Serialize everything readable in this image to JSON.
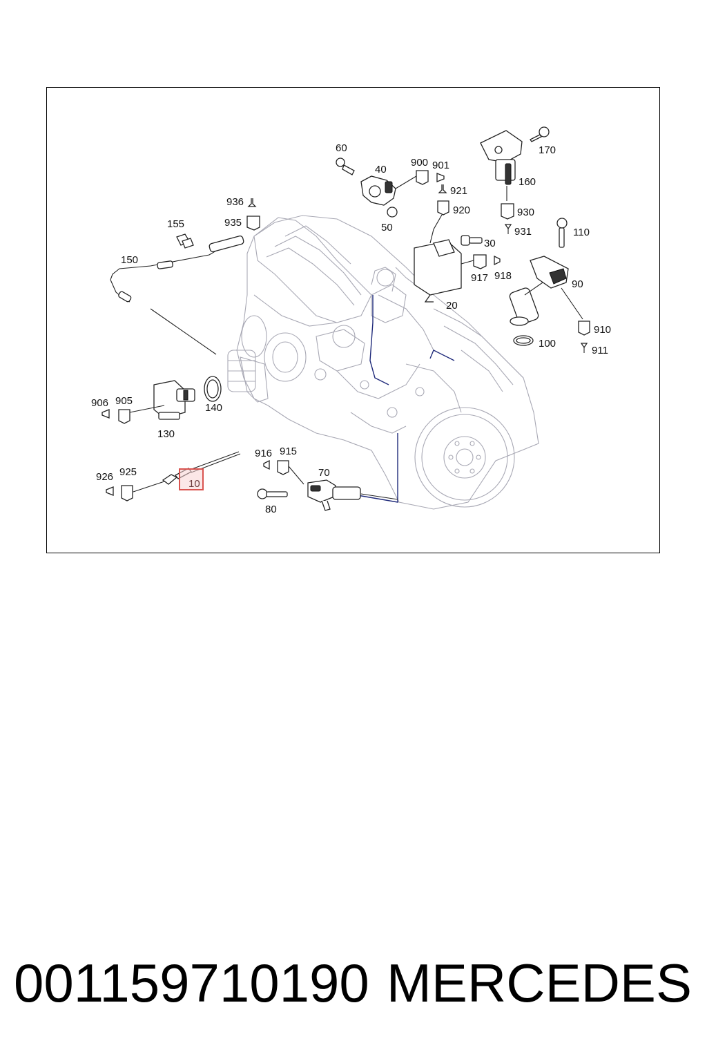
{
  "diagram": {
    "highlight_color": "#d9534f",
    "accent_line_color": "#1f2a7a",
    "callouts": {
      "c10": "10",
      "c20": "20",
      "c30": "30",
      "c40": "40",
      "c50": "50",
      "c60": "60",
      "c70": "70",
      "c80": "80",
      "c90": "90",
      "c100": "100",
      "c110": "110",
      "c130": "130",
      "c140": "140",
      "c150": "150",
      "c155": "155",
      "c160": "160",
      "c170": "170",
      "c900": "900",
      "c901": "901",
      "c905": "905",
      "c906": "906",
      "c910": "910",
      "c911": "911",
      "c915": "915",
      "c916": "916",
      "c917": "917",
      "c918": "918",
      "c920": "920",
      "c921": "921",
      "c925": "925",
      "c926": "926",
      "c930": "930",
      "c931": "931",
      "c935": "935",
      "c936": "936"
    }
  },
  "footer": {
    "part_number": "001159710190",
    "brand": "MERCEDES"
  }
}
